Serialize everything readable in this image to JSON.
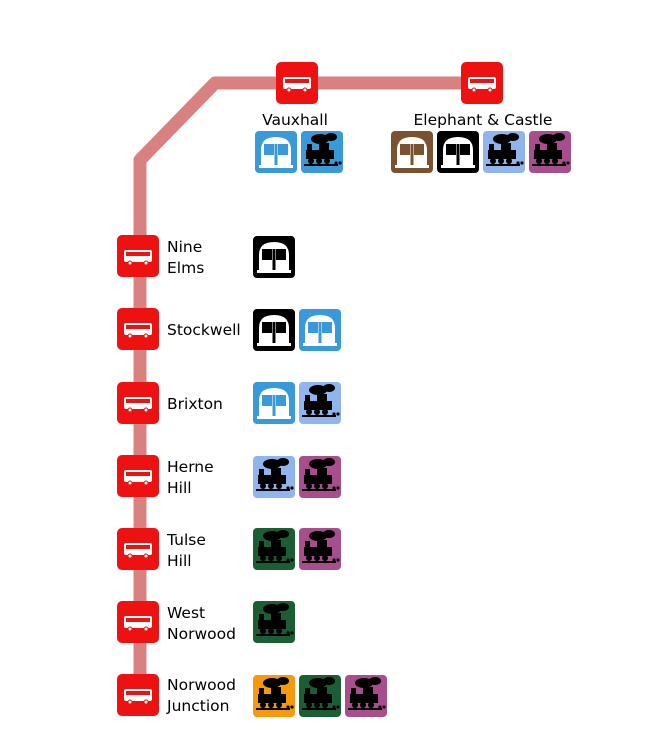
{
  "route_color": "#d98080",
  "colors": {
    "bus_stop": "#ee1111",
    "underground": "#3a9ad9",
    "underground_alt": "#000000",
    "underground_brown": "#7a5230",
    "rail_light": "#90b4ec",
    "rail_purple": "#a94e8c",
    "rail_green": "#1c5e34",
    "rail_orange": "#f59a0c"
  },
  "stops": [
    {
      "name": "Vauxhall",
      "lines": [
        "",
        ""
      ],
      "modes": [
        {
          "icon": "underground-train-icon",
          "color": "#3a9ad9"
        },
        {
          "icon": "steam-train-icon",
          "color": "#3a9ad9"
        }
      ]
    },
    {
      "name": "Elephant & Castle",
      "lines": [
        "",
        ""
      ],
      "modes": [
        {
          "icon": "underground-train-icon",
          "color": "#7a5230"
        },
        {
          "icon": "underground-train-icon",
          "color": "#000000"
        },
        {
          "icon": "steam-train-icon",
          "color": "#90b4ec"
        },
        {
          "icon": "steam-train-icon",
          "color": "#a94e8c"
        }
      ]
    },
    {
      "name": "",
      "lines": [
        "Nine",
        "Elms"
      ],
      "modes": [
        {
          "icon": "underground-train-icon",
          "color": "#000000"
        }
      ]
    },
    {
      "name": "",
      "lines": [
        "Stockwell",
        ""
      ],
      "modes": [
        {
          "icon": "underground-train-icon",
          "color": "#000000"
        },
        {
          "icon": "underground-train-icon",
          "color": "#3a9ad9"
        }
      ]
    },
    {
      "name": "",
      "lines": [
        "Brixton",
        ""
      ],
      "modes": [
        {
          "icon": "underground-train-icon",
          "color": "#3a9ad9"
        },
        {
          "icon": "steam-train-icon",
          "color": "#90b4ec"
        }
      ]
    },
    {
      "name": "",
      "lines": [
        "Herne",
        "Hill"
      ],
      "modes": [
        {
          "icon": "steam-train-icon",
          "color": "#90b4ec"
        },
        {
          "icon": "steam-train-icon",
          "color": "#a94e8c"
        }
      ]
    },
    {
      "name": "",
      "lines": [
        "Tulse",
        "Hill"
      ],
      "modes": [
        {
          "icon": "steam-train-icon",
          "color": "#1c5e34"
        },
        {
          "icon": "steam-train-icon",
          "color": "#a94e8c"
        }
      ]
    },
    {
      "name": "",
      "lines": [
        "West",
        "Norwood"
      ],
      "modes": [
        {
          "icon": "steam-train-icon",
          "color": "#1c5e34"
        }
      ]
    },
    {
      "name": "",
      "lines": [
        "Norwood",
        "Junction"
      ],
      "modes": [
        {
          "icon": "steam-train-icon",
          "color": "#f59a0c"
        },
        {
          "icon": "steam-train-icon",
          "color": "#1c5e34"
        },
        {
          "icon": "steam-train-icon",
          "color": "#a94e8c"
        }
      ]
    }
  ]
}
